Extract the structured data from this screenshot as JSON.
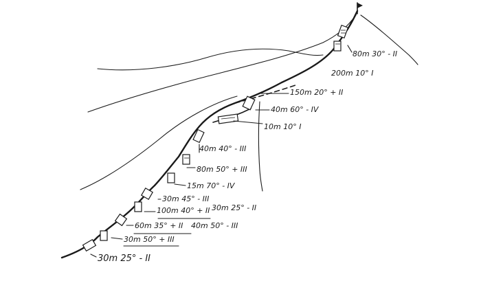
{
  "route": {
    "summit_icon": "flag-icon",
    "pitches": [
      {
        "label": "80m 30° - II"
      },
      {
        "label": "200m 10° I"
      },
      {
        "label": "150m 20° + II"
      },
      {
        "label": "40m 60° - IV"
      },
      {
        "label": "10m 10° I"
      },
      {
        "label": "40m 40° - III"
      },
      {
        "label": "80m 50° + III"
      },
      {
        "label": "15m 70° - IV"
      },
      {
        "label": "30m 45° - III"
      },
      {
        "label": "100m 40° + II"
      },
      {
        "label": "30m 25° - II"
      },
      {
        "label": "60m 35° + II"
      },
      {
        "label": "40m 50° - III"
      },
      {
        "label": "30m 50° + III"
      },
      {
        "label": "30m 25° - II"
      }
    ]
  }
}
